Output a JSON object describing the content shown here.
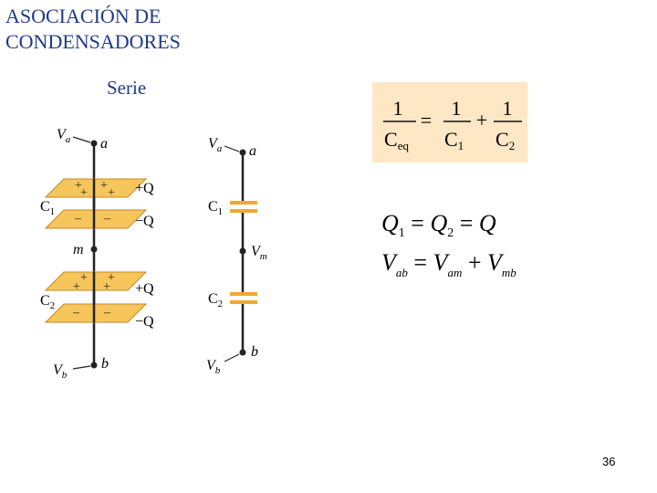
{
  "title_line1": "ASOCIACIÓN DE",
  "title_line2": "CONDENSADORES",
  "subtitle": "Serie",
  "left": {
    "va": "V",
    "va_sub": "a",
    "a": "a",
    "plus_q1": "+Q",
    "minus_q1": "−Q",
    "c1": "C",
    "c1_sub": "1",
    "m": "m",
    "plus_q2": "+Q",
    "minus_q2": "−Q",
    "c2": "C",
    "c2_sub": "2",
    "vb": "V",
    "vb_sub": "b",
    "b": "b",
    "plus": "+",
    "minus": "–"
  },
  "right": {
    "va": "V",
    "va_sub": "a",
    "a": "a",
    "c1": "C",
    "c1_sub": "1",
    "vm": "V",
    "vm_sub": "m",
    "c2": "C",
    "c2_sub": "2",
    "vb": "V",
    "vb_sub": "b",
    "b": "b"
  },
  "formula_box": {
    "one": "1",
    "eq": "=",
    "plus": "+",
    "ceq": "C",
    "ceq_sub": "eq",
    "c1": "C",
    "c1_sub": "1",
    "c2": "C",
    "c2_sub": "2",
    "bg": "#fde7c4"
  },
  "eq1": {
    "q1": "Q",
    "s1": "1",
    "e1": " = ",
    "q2": "Q",
    "s2": "2",
    "e2": " = ",
    "q": "Q"
  },
  "eq2": {
    "v1": "V",
    "s1": "ab",
    "e1": " = ",
    "v2": "V",
    "s2": "am",
    "p": " + ",
    "v3": "V",
    "s3": "mb"
  },
  "page_number": "36",
  "colors": {
    "title": "#1f3a8a",
    "plate": "#f6c55b",
    "capacitor": "#f0a830"
  }
}
